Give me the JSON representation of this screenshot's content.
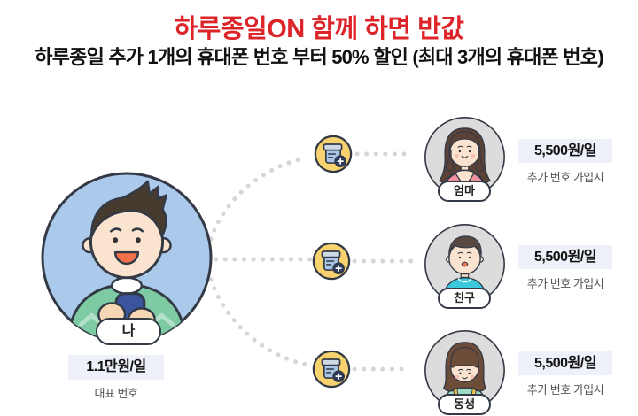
{
  "header": {
    "title": "하루종일ON 함께 하면 반값",
    "subtitle": "하루종일 추가 1개의 휴대폰 번호 부터 50% 할인 (최대 3개의 휴대폰 번호)"
  },
  "main_person": {
    "name": "나",
    "price": "1.1만원/일",
    "caption": "대표 번호"
  },
  "members": [
    {
      "name": "엄마",
      "price": "5,500원/일",
      "caption": "추가 번호 가입시"
    },
    {
      "name": "친구",
      "price": "5,500원/일",
      "caption": "추가 번호 가입시"
    },
    {
      "name": "동생",
      "price": "5,500원/일",
      "caption": "추가 번호 가입시"
    }
  ],
  "icons": {
    "add_number_icon": "document-plus-icon",
    "connector_style": "dotted-line"
  },
  "colors": {
    "title_red": "#dc2429",
    "price_box_bg": "#eef1f9",
    "dotted_line": "#d6d6d6",
    "avatar_bg_gray": "#dcdcdc",
    "main_circle_blue": "#abc9ea",
    "icon_yellow": "#f8d26f",
    "sweater_green": "#7ecba3",
    "mom_pink": "#f2919e",
    "friend_teal": "#3bc8da",
    "sibling_mint": "#9bdcc3"
  }
}
